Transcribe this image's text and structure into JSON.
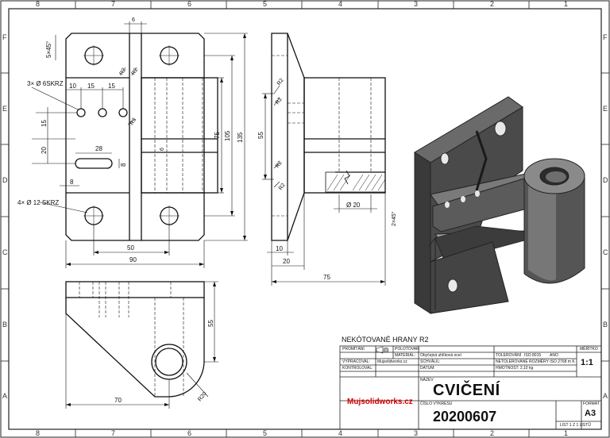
{
  "zones": {
    "columns": [
      "8",
      "7",
      "6",
      "5",
      "4",
      "3",
      "2",
      "1"
    ],
    "rows": [
      "F",
      "E",
      "D",
      "C",
      "B",
      "A"
    ]
  },
  "dimensions": {
    "front": {
      "chamfer": "5×45°",
      "top_gap": "6",
      "holes3": "3× Ø 6SKRZ",
      "h10": "10",
      "h15a": "15",
      "h15b": "15",
      "v15": "15",
      "v20": "20",
      "slot28": "28",
      "slot8": "8",
      "d8": "8",
      "r3": "R3",
      "r2a": "R2",
      "r2b": "R2",
      "six": "6",
      "v75": "75",
      "v105": "105",
      "v135": "135",
      "holes4": "4× Ø 12 SKRZ",
      "h50": "50",
      "h90": "90"
    },
    "side": {
      "r2a": "R2",
      "r2b": "R2",
      "r2c": "R2",
      "r2d": "R2",
      "v55": "55",
      "dia20": "Ø 20",
      "chamfer2": "2×45°",
      "h10": "10",
      "h20": "20",
      "h75": "75"
    },
    "bottom": {
      "v55": "55",
      "h70": "70",
      "r20": "R20"
    }
  },
  "title_block": {
    "note": "NEKÓTOVANÉ HRANY R2",
    "prominani_label": "PROMÍTÁNÍ",
    "polotovar_label": "POLOTOVAR:",
    "material_label": "MATERIÁL:",
    "material_value": "Obyčejná uhlíková ocel",
    "tolerovani_label": "TOLEROVÁNÍ",
    "tolerovani_value": "ISO 8015",
    "tolerovani_ano": "ANO",
    "meritko_label": "MĚŘÍTKO",
    "meritko_value": "1:1",
    "vypracoval_label": "VYPRACOVAL:",
    "vypracoval_value": "Mujsolidworks.cz",
    "schvalil_label": "SCHVÁLIL:",
    "netolerovane": "NETOLEROVANÉ ROZMĚRY ISO 2768 m K",
    "kontroloval_label": "KONTROLOVAL:",
    "datum_label": "DATUM:",
    "hmotnost": "HMOTNOST: 2,10 kg",
    "nazev_label": "NÁZEV",
    "nazev_value": "CVIČENÍ",
    "brand_red": "Mujsolidworks.cz",
    "cislo_label": "ČÍSLO VÝKRESU",
    "cislo_value": "20200607",
    "format_label": "FORMÁT",
    "format_value": "A3",
    "list": "LIST 1 Z 1 LISTŮ"
  }
}
